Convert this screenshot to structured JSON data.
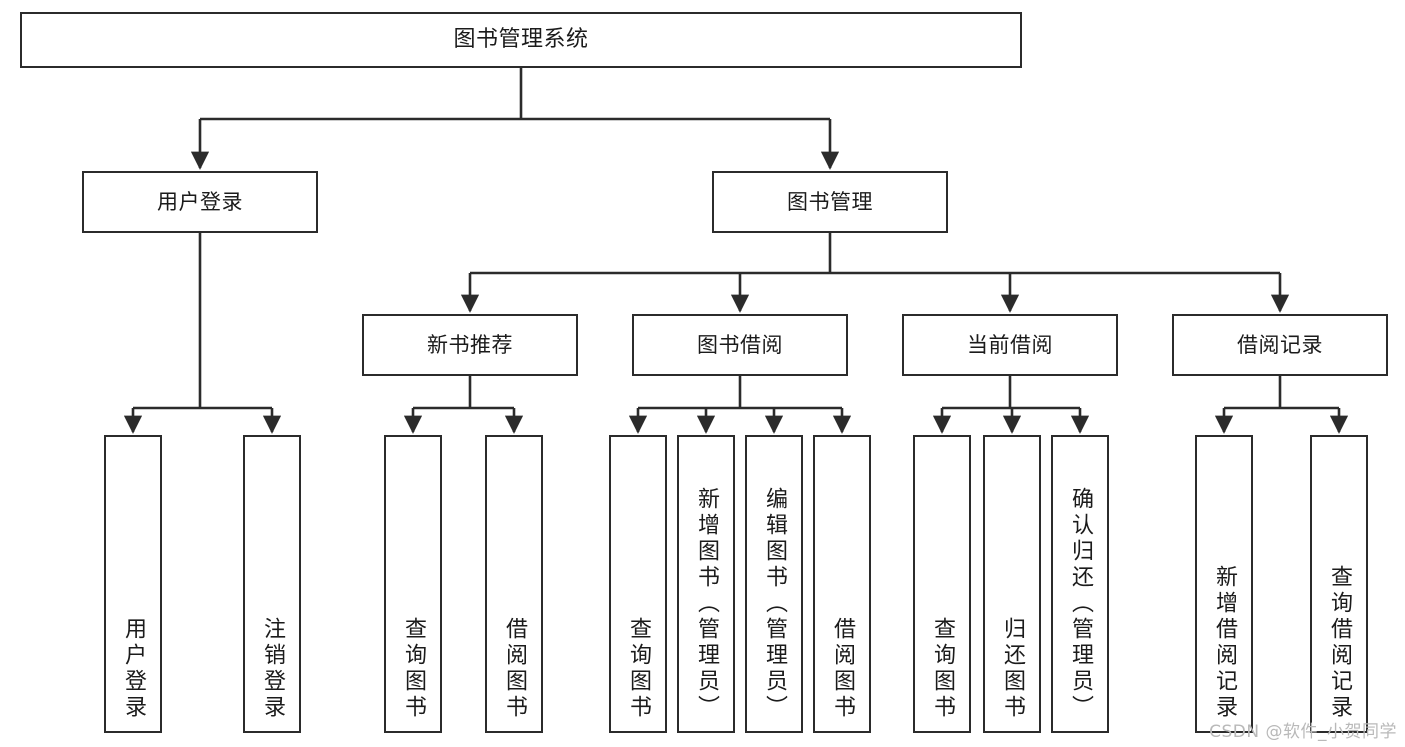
{
  "diagram": {
    "title": "图书管理系统",
    "type": "tree",
    "watermark": "CSDN @软件_小贺同学",
    "colors": {
      "box_border": "#2b2b2b",
      "box_fill": "#ffffff",
      "connector": "#2b2b2b",
      "text": "#1b1b1b",
      "watermark": "#b9b9b9"
    },
    "levels": {
      "root": [
        {
          "id": "root",
          "label": "图书管理系统"
        }
      ],
      "level2": [
        {
          "id": "user-login",
          "label": "用户登录"
        },
        {
          "id": "book-management",
          "label": "图书管理"
        }
      ],
      "level3": [
        {
          "id": "new-book-recommend",
          "label": "新书推荐"
        },
        {
          "id": "book-borrow",
          "label": "图书借阅"
        },
        {
          "id": "current-borrow",
          "label": "当前借阅"
        },
        {
          "id": "borrow-record",
          "label": "借阅记录"
        }
      ],
      "leaves": [
        {
          "id": "leaf-user-login",
          "label": "用户登录",
          "parent": "user-login"
        },
        {
          "id": "leaf-logout-login",
          "label": "注销登录",
          "parent": "user-login"
        },
        {
          "id": "leaf-query-book-1",
          "label": "查询图书",
          "parent": "new-book-recommend"
        },
        {
          "id": "leaf-borrow-book-1",
          "label": "借阅图书",
          "parent": "new-book-recommend"
        },
        {
          "id": "leaf-query-book-2",
          "label": "查询图书",
          "parent": "book-borrow"
        },
        {
          "id": "leaf-add-book",
          "label": "新增图书（管理员）",
          "parent": "book-borrow"
        },
        {
          "id": "leaf-edit-book",
          "label": "编辑图书（管理员）",
          "parent": "book-borrow"
        },
        {
          "id": "leaf-borrow-book-2",
          "label": "借阅图书",
          "parent": "book-borrow"
        },
        {
          "id": "leaf-query-book-3",
          "label": "查询图书",
          "parent": "current-borrow"
        },
        {
          "id": "leaf-return-book",
          "label": "归还图书",
          "parent": "current-borrow"
        },
        {
          "id": "leaf-confirm-return",
          "label": "确认归还（管理员）",
          "parent": "current-borrow"
        },
        {
          "id": "leaf-add-record",
          "label": "新增借阅记录",
          "parent": "borrow-record"
        },
        {
          "id": "leaf-query-record",
          "label": "查询借阅记录",
          "parent": "borrow-record"
        }
      ]
    }
  }
}
